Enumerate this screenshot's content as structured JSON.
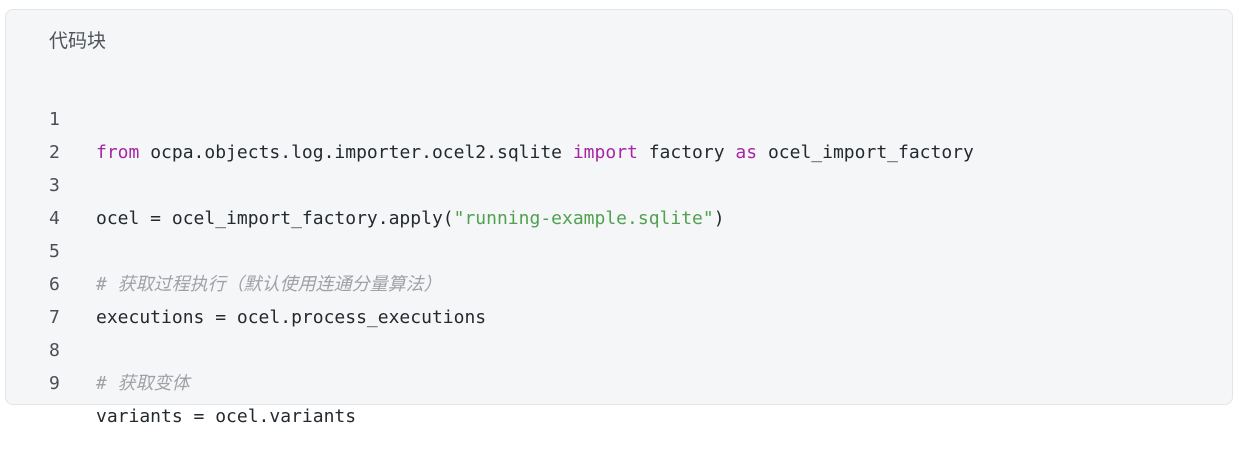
{
  "code_block": {
    "title": "代码块",
    "lines": [
      {
        "number": "1",
        "tokens": [
          {
            "type": "keyword",
            "text": "from"
          },
          {
            "type": "plain",
            "text": " ocpa.objects.log.importer.ocel2.sqlite "
          },
          {
            "type": "keyword",
            "text": "import"
          },
          {
            "type": "plain",
            "text": " factory "
          },
          {
            "type": "keyword",
            "text": "as"
          },
          {
            "type": "plain",
            "text": " ocel_import_factory"
          }
        ]
      },
      {
        "number": "2",
        "tokens": []
      },
      {
        "number": "3",
        "tokens": [
          {
            "type": "plain",
            "text": "ocel = ocel_import_factory.apply("
          },
          {
            "type": "string",
            "text": "\"running-example.sqlite\""
          },
          {
            "type": "plain",
            "text": ")"
          }
        ]
      },
      {
        "number": "4",
        "tokens": []
      },
      {
        "number": "5",
        "tokens": [
          {
            "type": "comment",
            "text": "# 获取过程执行（默认使用连通分量算法）"
          }
        ]
      },
      {
        "number": "6",
        "tokens": [
          {
            "type": "plain",
            "text": "executions = ocel.process_executions"
          }
        ]
      },
      {
        "number": "7",
        "tokens": []
      },
      {
        "number": "8",
        "tokens": [
          {
            "type": "comment",
            "text": "# 获取变体"
          }
        ]
      },
      {
        "number": "9",
        "tokens": [
          {
            "type": "plain",
            "text": "variants = ocel.variants"
          }
        ]
      }
    ]
  },
  "colors": {
    "background": "#f5f6f8",
    "border": "#e4e5e8",
    "keyword": "#a626a4",
    "string": "#50a14f",
    "comment": "#a0a1a7",
    "plain": "#24292e",
    "line_number": "#4a4e54"
  }
}
